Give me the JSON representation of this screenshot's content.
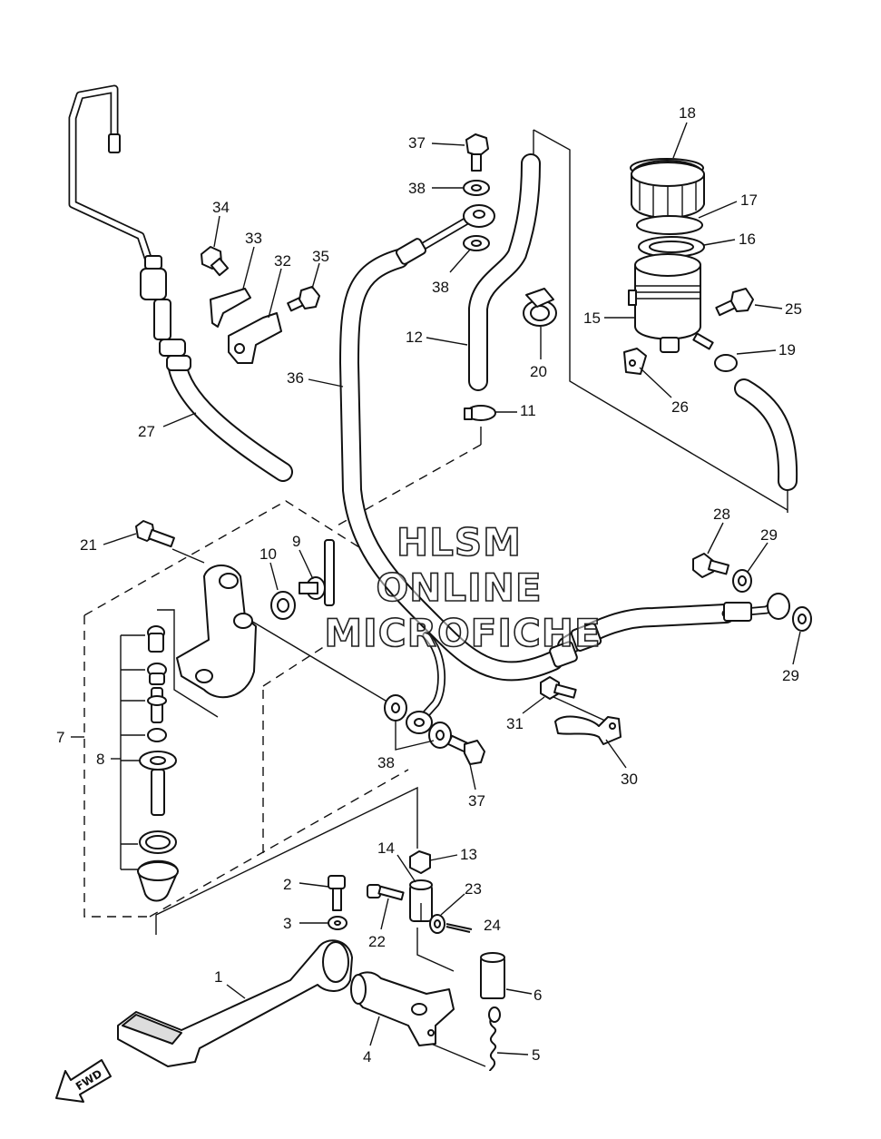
{
  "watermark": {
    "line1": "HLSM",
    "line2": "ONLINE",
    "line3": "MICROFICHE"
  },
  "fwd_label": "FWD",
  "callouts": {
    "c1": "1",
    "c2": "2",
    "c3": "3",
    "c4": "4",
    "c5": "5",
    "c6": "6",
    "c7": "7",
    "c8": "8",
    "c9": "9",
    "c10": "10",
    "c11": "11",
    "c12": "12",
    "c13": "13",
    "c14": "14",
    "c15": "15",
    "c16": "16",
    "c17": "17",
    "c18": "18",
    "c19": "19",
    "c20": "20",
    "c21": "21",
    "c22": "22",
    "c23": "23",
    "c24": "24",
    "c25": "25",
    "c26": "26",
    "c27": "27",
    "c28": "28",
    "c29a": "29",
    "c29b": "29",
    "c30": "30",
    "c31": "31",
    "c32": "32",
    "c33": "33",
    "c34": "34",
    "c35": "35",
    "c36": "36",
    "c37a": "37",
    "c37b": "37",
    "c38a": "38",
    "c38b": "38",
    "c38c": "38"
  }
}
